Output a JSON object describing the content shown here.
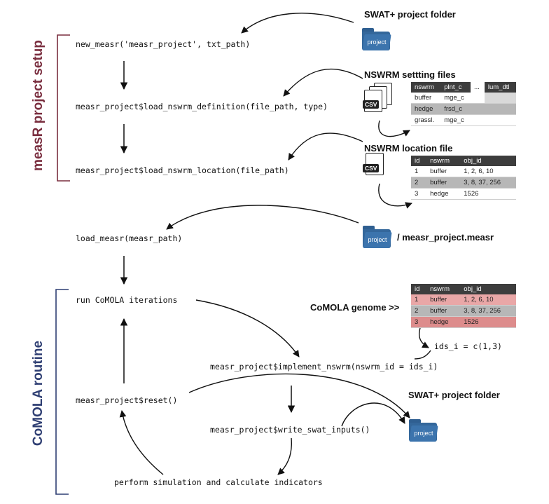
{
  "sections": {
    "setup_label": "measR project setup",
    "routine_label": "CoMOLA routine",
    "setup_color": "#7a2e3f",
    "routine_color": "#2f3f73"
  },
  "code_lines": {
    "new_measr": "new_measr('measr_project', txt_path)",
    "load_definition": "measr_project$load_nswrm_definition(file_path, type)",
    "load_location": "measr_project$load_nswrm_location(file_path)",
    "load_measr": "load_measr(measr_path)",
    "run_comola": "run CoMOLA iterations",
    "implement": "measr_project$implement_nswrm(nswrm_id = ids_i)",
    "reset": "measr_project$reset()",
    "write_inputs": "measr_project$write_swat_inputs()",
    "simulate": "perform simulation and calculate indicators",
    "ids": "ids_i = c(1,3)"
  },
  "labels": {
    "swat_folder_top": "SWAT+ project folder",
    "setting_files": "NSWRM settting files",
    "location_file": "NSWRM location file",
    "measr_file": "/ measr_project.measr",
    "genome": "CoMOLA genome >>",
    "swat_folder_bottom": "SWAT+ project folder"
  },
  "icons": {
    "folder_label": "project",
    "csv_label": "CSV"
  },
  "settings_table": {
    "headers": [
      "nswrm",
      "plnt_c",
      "...",
      "lum_dtl"
    ],
    "rows": [
      [
        "buffer",
        "mge_c",
        "",
        ""
      ],
      [
        "hedge",
        "frsd_c",
        "",
        ""
      ],
      [
        "grassl.",
        "mge_c",
        "",
        ""
      ]
    ]
  },
  "location_table": {
    "headers": [
      "id",
      "nswrm",
      "obj_id"
    ],
    "rows": [
      [
        "1",
        "buffer",
        "1, 2, 6, 10"
      ],
      [
        "2",
        "buffer",
        "3, 8, 37, 256"
      ],
      [
        "3",
        "hedge",
        "1526"
      ]
    ]
  },
  "genome_table": {
    "headers": [
      "id",
      "nswrm",
      "obj_id"
    ],
    "rows": [
      [
        "1",
        "buffer",
        "1, 2, 6, 10"
      ],
      [
        "2",
        "buffer",
        "3, 8, 37, 256"
      ],
      [
        "3",
        "hedge",
        "1526"
      ]
    ],
    "selected_color": "#dd8c8c"
  }
}
